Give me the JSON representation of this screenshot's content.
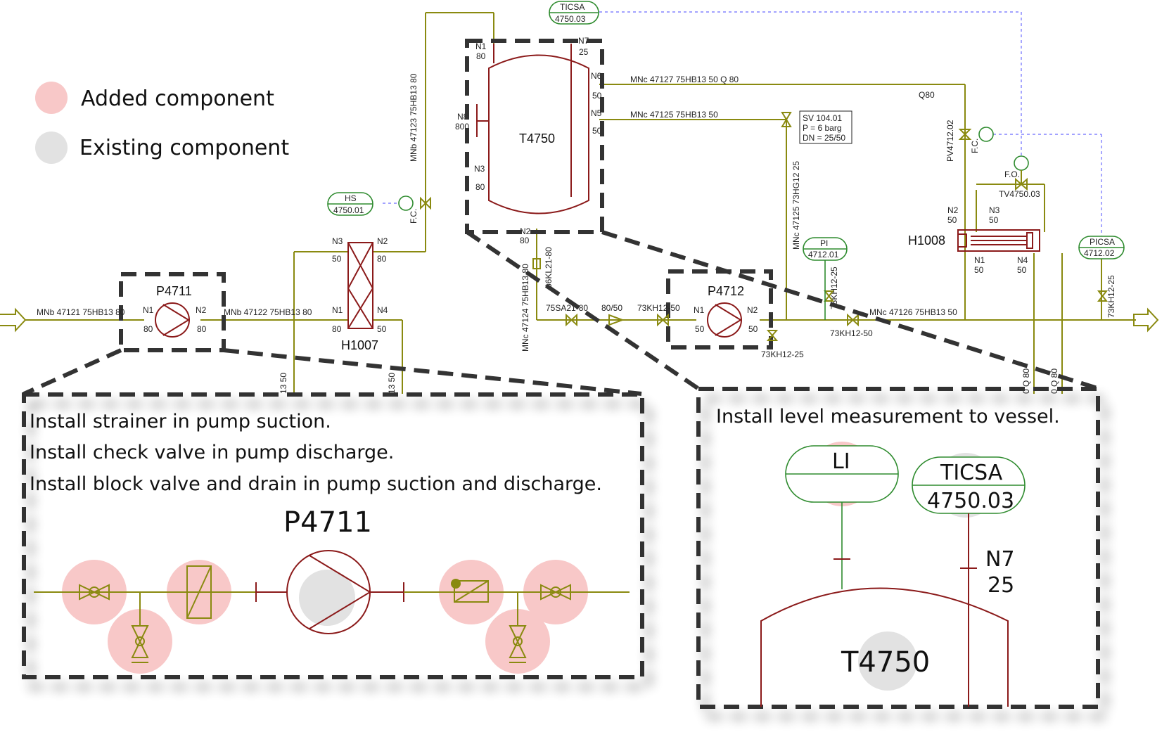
{
  "legend": {
    "added": {
      "label": "Added component",
      "color": "#f8c8c8"
    },
    "existing": {
      "label": "Existing component",
      "color": "#e2e2e2"
    }
  },
  "equipment": {
    "vessel": {
      "tag": "T4750",
      "nozzles": {
        "n1": [
          "N1",
          "80"
        ],
        "n7": [
          "N7",
          "25"
        ],
        "n6": [
          "N6",
          "50"
        ],
        "n5": [
          "N5",
          "50"
        ],
        "n8": [
          "N8",
          "800"
        ],
        "n3": [
          "N3",
          "80"
        ],
        "n2": [
          "N2",
          "80"
        ]
      }
    },
    "pump1": {
      "tag": "P4711",
      "n1": [
        "N1",
        "80"
      ],
      "n2": [
        "N2",
        "80"
      ]
    },
    "pump2": {
      "tag": "P4712",
      "n1": [
        "N1",
        "50"
      ],
      "n2": [
        "N2",
        "50"
      ]
    },
    "hx1": {
      "tag": "H1007",
      "n3": [
        "N3",
        "50"
      ],
      "n2": [
        "N2",
        "80"
      ],
      "n1": [
        "N1",
        "80"
      ],
      "n4": [
        "N4",
        "50"
      ]
    },
    "hx2": {
      "tag": "H1008",
      "n2": [
        "N2",
        "50"
      ],
      "n3": [
        "N3",
        "50"
      ],
      "n1": [
        "N1",
        "50"
      ],
      "n4": [
        "N4",
        "50"
      ]
    }
  },
  "lines": {
    "l47121": "MNb 47121 75HB13 80",
    "l47122": "MNb 47122 75HB13 80",
    "l47123": "MNb 47123 75HB13 80",
    "l47124": "MNc 47124 75HB13 80",
    "l47125a": "MNc 47125 75HB13 50",
    "l47125b": "MNc 47125 73HG12 25",
    "l47126": "MNc 47126 75HB13 50",
    "l47127": "MNc 47127 75HB13 50 Q 80",
    "q80": "Q80",
    "pv": "PV4712.02",
    "kl": "66KL21-80",
    "sa": "75SA21-80",
    "red": "80/50",
    "kh1": "73KH12-50",
    "kh2": "73KH12-50",
    "kh3": "73KH12-25",
    "kh4": "73KH12-25",
    "kh5": "73KH12-25",
    "s1": "13 50",
    "s2": "13 50",
    "q80a": "0 Q 80",
    "q80b": "0 Q 80"
  },
  "instruments": {
    "ticsa": {
      "tag": "TICSA",
      "num": "4750.03"
    },
    "hs": {
      "tag": "HS",
      "num": "4750.01"
    },
    "pi": {
      "tag": "PI",
      "num": "4712.01"
    },
    "picsa": {
      "tag": "PICSA",
      "num": "4712.02"
    },
    "tv": "TV4750.03",
    "fc1": "F.C.",
    "fc2": "F.C.",
    "fo": "F.O."
  },
  "sv": [
    "SV 104.01",
    "P = 6 barg",
    "DN = 25/50"
  ],
  "callout_left": {
    "lines": [
      "Install strainer in pump suction.",
      "Install check valve in pump discharge.",
      "Install block valve and drain in pump suction and discharge."
    ],
    "tag": "P4711"
  },
  "callout_right": {
    "text": "Install level measurement to vessel.",
    "li": "LI",
    "ticsa": "TICSA",
    "ticsa_num": "4750.03",
    "n7": "N7",
    "n7_size": "25",
    "vessel": "T4750"
  }
}
